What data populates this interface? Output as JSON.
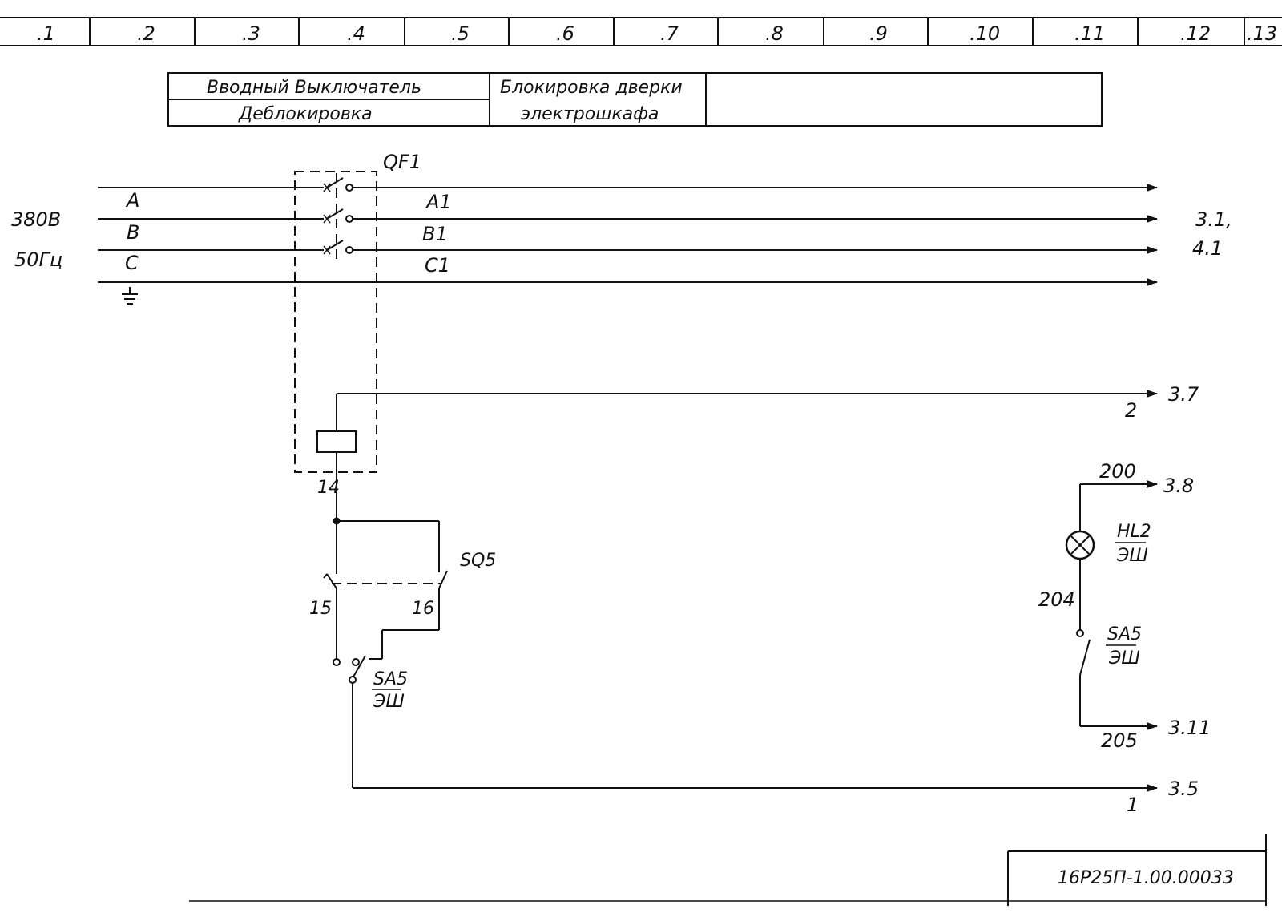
{
  "ruler": [
    ".1",
    ".2",
    ".3",
    ".4",
    ".5",
    ".6",
    ".7",
    ".8",
    ".9",
    ".10",
    ".11",
    ".12",
    ".13"
  ],
  "header": {
    "cell1_line1": "Вводный Выключатель",
    "cell1_line2": "Деблокировка",
    "cell2_line1": "Блокировка дверки",
    "cell2_line2": "электрошкафа",
    "cell3": ""
  },
  "supply": {
    "voltage": "380В",
    "frequency": "50Гц",
    "phase_a": "A",
    "phase_b": "B",
    "phase_c": "C"
  },
  "breaker": {
    "ref": "QF1",
    "out_a": "A1",
    "out_b": "B1",
    "out_c": "C1",
    "coil_terminal": "14"
  },
  "refs": {
    "bus_ref_1": "3.1,",
    "bus_ref_2": "4.1",
    "coil_ref": "3.7",
    "coil_wire": "2",
    "lamp_ref": "3.8",
    "lamp_wire": "200",
    "switch_ref": "3.11",
    "switch_wire": "205",
    "bottom_ref": "3.5",
    "bottom_wire": "1"
  },
  "door_switch": {
    "ref": "SQ5",
    "term_left": "15",
    "term_right": "16"
  },
  "switch_left": {
    "ref": "SA5",
    "sub": "ЭШ"
  },
  "lamp": {
    "ref": "HL2",
    "sub": "ЭШ",
    "wire_mid": "204"
  },
  "switch_right": {
    "ref": "SA5",
    "sub": "ЭШ"
  },
  "title_block": {
    "doc_number": "16Р25П-1.00.00033"
  }
}
